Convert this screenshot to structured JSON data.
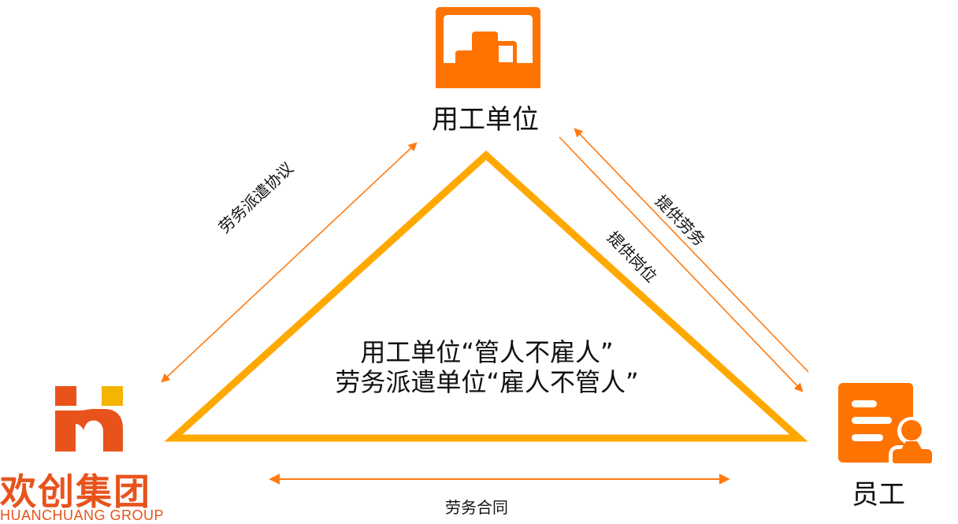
{
  "nodes": {
    "employer": {
      "label": "用工单位",
      "icon": "building-icon"
    },
    "agency": {
      "logo_cn": "欢创集团",
      "logo_en": "HUANCHUANG GROUP",
      "icon": "huanchuang-logo-icon"
    },
    "employee": {
      "label": "员工",
      "icon": "employee-document-icon"
    }
  },
  "edges": {
    "agency_employer": {
      "label": "劳务派遣协议",
      "direction": "bidirectional"
    },
    "employer_employee_services": {
      "label": "提供劳务",
      "direction": "employee-to-employer"
    },
    "employer_employee_positions": {
      "label": "提供岗位",
      "direction": "employer-to-employee"
    },
    "agency_employee": {
      "label": "劳务合同",
      "direction": "bidirectional"
    }
  },
  "center": {
    "line1": "用工单位“管人不雇人”",
    "line2": "劳务派遣单位“雇人不管人”"
  },
  "colors": {
    "icon_orange": "#ff7300",
    "arrow_orange": "#ff7a10",
    "triangle_amber": "#ffa800",
    "logo_orange": "#e8531c",
    "logo_yellow": "#f5b400"
  }
}
